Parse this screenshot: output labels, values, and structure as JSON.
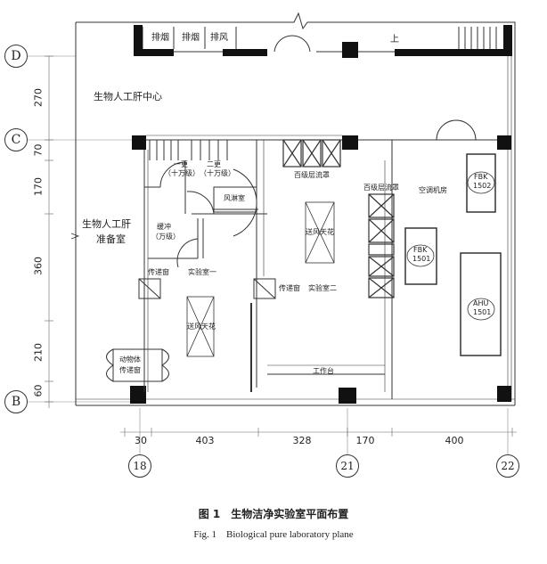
{
  "rooms": {
    "bio_center": "生物人工肝中心",
    "prep_room": [
      "生物人工肝",
      "准备室"
    ],
    "smoke1": "排烟",
    "smoke2": "排烟",
    "exhaust": "排风",
    "stair_up": "上",
    "change1": [
      "一更",
      "（十万级）"
    ],
    "change2": [
      "二更",
      "（十万级）"
    ],
    "air_shower": "风淋室",
    "buffer": [
      "缓冲",
      "（万级）"
    ],
    "pass_window1": "传递窗",
    "lab1": "实验室一",
    "supply_ceiling1": "送风天花",
    "animal_pass": [
      "动物体",
      "传递窗"
    ],
    "laminar_hood1": "百级层流罩",
    "laminar_hood2": "百级层流罩",
    "supply_ceiling2": "送风天花",
    "pass_window2": "传递窗",
    "lab2": "实验室二",
    "workbench": "工作台",
    "ac_room": "空调机房",
    "fbk1502": [
      "FBK",
      "1502"
    ],
    "fbk1501": [
      "FBK",
      "1501"
    ],
    "ahu1501": [
      "AHU",
      "1501"
    ]
  },
  "axes": {
    "rows": [
      "D",
      "C",
      "B"
    ],
    "cols": [
      "18",
      "21",
      "22"
    ]
  },
  "dims_vertical": [
    "270",
    "70",
    "170",
    "360",
    "210",
    "60"
  ],
  "dims_horizontal": [
    "30",
    "403",
    "328",
    "170",
    "400"
  ],
  "caption": {
    "cn": "图 1　生物洁净实验室平面布置",
    "en": "Fig. 1　Biological pure laboratory plane"
  }
}
